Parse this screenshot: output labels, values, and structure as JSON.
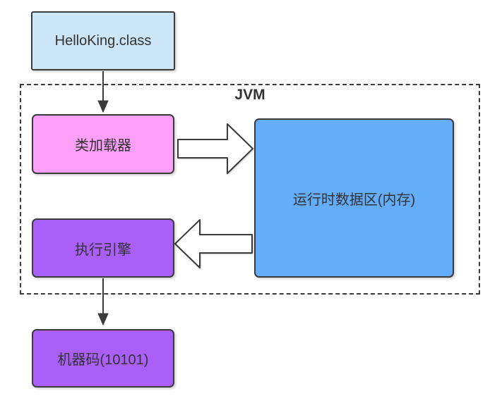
{
  "diagram": {
    "container": {
      "label": "JVM"
    },
    "nodes": {
      "hello_class": {
        "label": "HelloKing.class",
        "fill": "#cde6f7"
      },
      "class_loader": {
        "label": "类加载器",
        "fill": "#fe9ff9"
      },
      "runtime_data_area": {
        "label": "运行时数据区(内存)",
        "fill": "#64adfb"
      },
      "execution_engine": {
        "label": "执行引擎",
        "fill": "#a95ff8"
      },
      "machine_code": {
        "label": "机器码(10101)",
        "fill": "#a95ff8"
      }
    },
    "colors": {
      "border": "#3b3b3b",
      "text": "#333333",
      "block_arrow_fill": "#ffffff",
      "background": "#ffffff"
    }
  }
}
